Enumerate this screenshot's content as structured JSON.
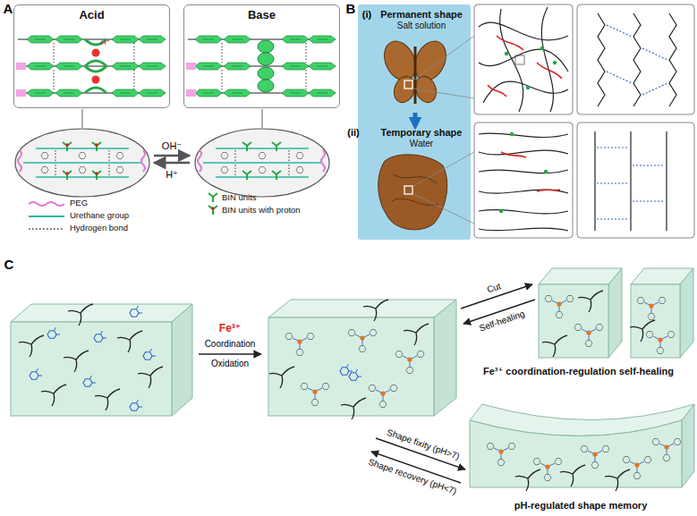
{
  "diagram": {
    "nodes": [
      {
        "text": [
          "Acid"
        ]
      },
      {
        "text": [
          "Base"
        ]
      },
      {
        "text": [
          "Permanent shape",
          "Salt solution"
        ]
      },
      {
        "text": [
          "Temporary shape",
          "Water"
        ]
      },
      {
        "text": [
          "Fe³⁺ coordination-regulation self-healing"
        ]
      },
      {
        "text": [
          "pH-regulated shape memory"
        ]
      }
    ],
    "edges": [
      {
        "from": 2,
        "to": 3,
        "arrow": "to"
      }
    ],
    "labels": [
      "A",
      "H⁺",
      "OH⁻",
      "H⁺",
      "B",
      "(i)",
      "(ii)",
      "C",
      "Fe³⁺",
      "Coordination",
      "Oxidation",
      "Cut",
      "Self-healing",
      "Shape fixity (pH>7)",
      "Shape recovery (pH<7)"
    ],
    "legend": [
      {
        "text": "PEG"
      },
      {
        "text": "Urethane group"
      },
      {
        "text": "Hydrogen bond"
      },
      {
        "text": "BIN units"
      },
      {
        "text": "BIN units with proton"
      }
    ]
  }
}
